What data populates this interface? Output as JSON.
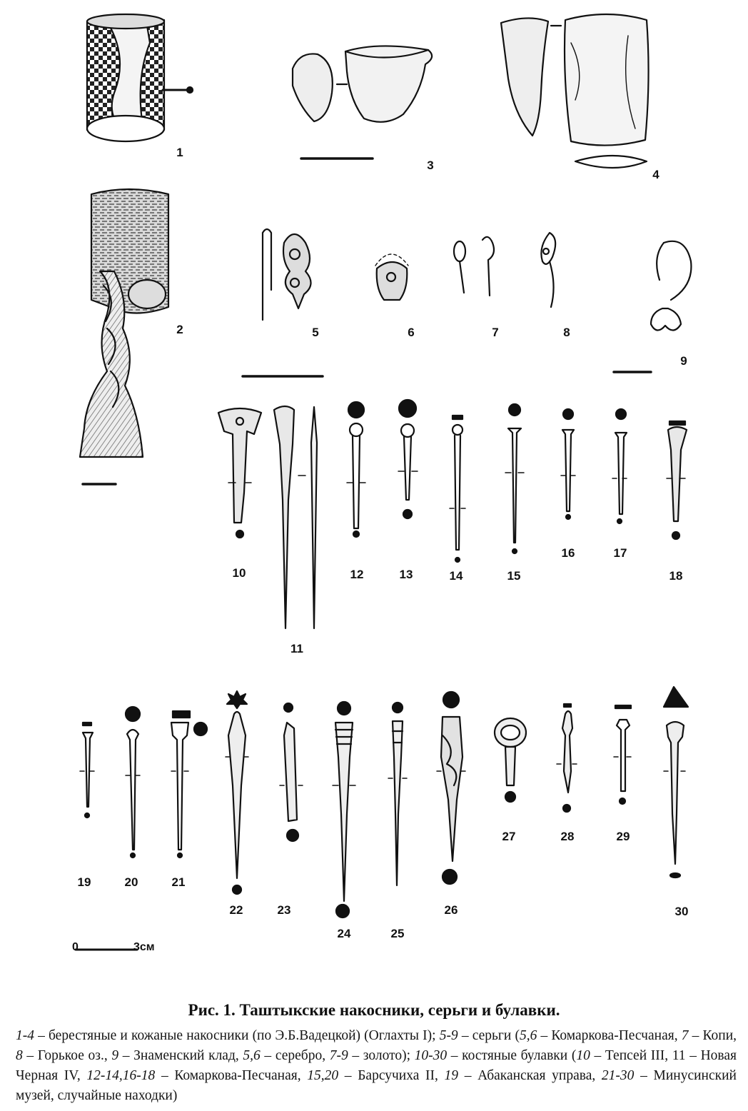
{
  "figure": {
    "title": "Рис. 1. Таштыкские накосники, серьги и булавки.",
    "labels": [
      "1",
      "2",
      "3",
      "4",
      "5",
      "6",
      "7",
      "8",
      "9",
      "10",
      "11",
      "12",
      "13",
      "14",
      "15",
      "16",
      "17",
      "18",
      "19",
      "20",
      "21",
      "22",
      "23",
      "24",
      "25",
      "26",
      "27",
      "28",
      "29",
      "30"
    ],
    "scale": {
      "zero": "0",
      "end": "3см"
    }
  },
  "caption": [
    {
      "t": "1-4",
      "i": true
    },
    {
      "t": " – берестяные и кожаные накосники (по Э.Б.Вадецкой) (Оглахты I); ",
      "i": false
    },
    {
      "t": "5-9",
      "i": true
    },
    {
      "t": " – серьги (",
      "i": false
    },
    {
      "t": "5,6",
      "i": true
    },
    {
      "t": " – Комаркова-Песчаная, ",
      "i": false
    },
    {
      "t": "7",
      "i": true
    },
    {
      "t": " – Копи, ",
      "i": false
    },
    {
      "t": "8",
      "i": true
    },
    {
      "t": " – Горькое оз., ",
      "i": false
    },
    {
      "t": "9",
      "i": true
    },
    {
      "t": " – Знаменский клад, ",
      "i": false
    },
    {
      "t": "5,6",
      "i": true
    },
    {
      "t": " – серебро, ",
      "i": false
    },
    {
      "t": "7-9",
      "i": true
    },
    {
      "t": " – золото); ",
      "i": false
    },
    {
      "t": "10-30",
      "i": true
    },
    {
      "t": " – костяные булавки (",
      "i": false
    },
    {
      "t": "10",
      "i": true
    },
    {
      "t": " – Тепсей III, 11 – Новая Черная IV, ",
      "i": false
    },
    {
      "t": "12-14,16-18",
      "i": true
    },
    {
      "t": " – Комаркова-Песчаная, ",
      "i": false
    },
    {
      "t": "15,20",
      "i": true
    },
    {
      "t": " – Барсучиха II, ",
      "i": false
    },
    {
      "t": "19",
      "i": true
    },
    {
      "t": " – Абаканская управа, ",
      "i": false
    },
    {
      "t": "21-30",
      "i": true
    },
    {
      "t": " – Минусинский музей, случайные находки)",
      "i": false
    }
  ]
}
